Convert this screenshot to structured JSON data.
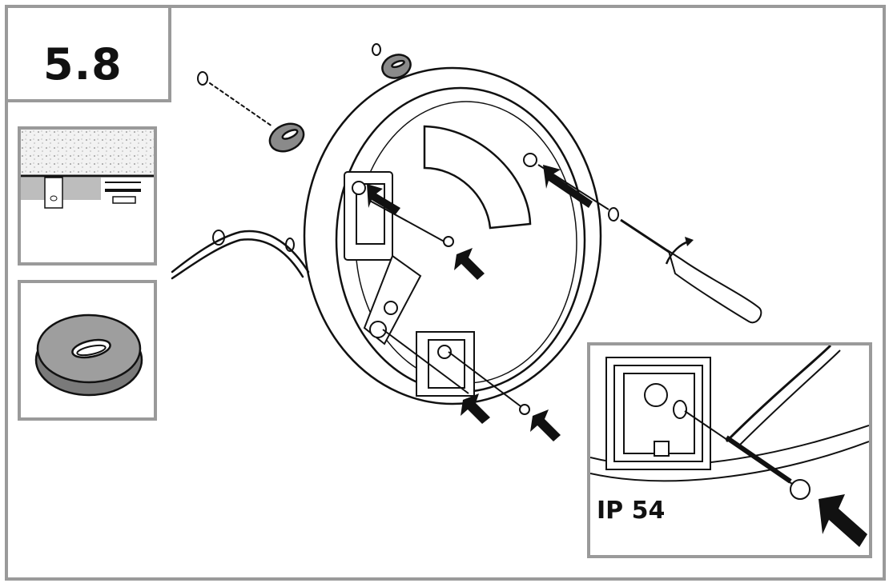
{
  "step": {
    "number": "5.8"
  },
  "inset": {
    "label": "IP 54"
  },
  "colors": {
    "frame": "#9a9a9a",
    "line": "#111111",
    "grey_fill": "#bdbdbd"
  },
  "icons": [
    "ceiling-section-diagram",
    "oval-gasket-grommet",
    "screwdriver",
    "push-arrow",
    "rotate-arrow"
  ]
}
